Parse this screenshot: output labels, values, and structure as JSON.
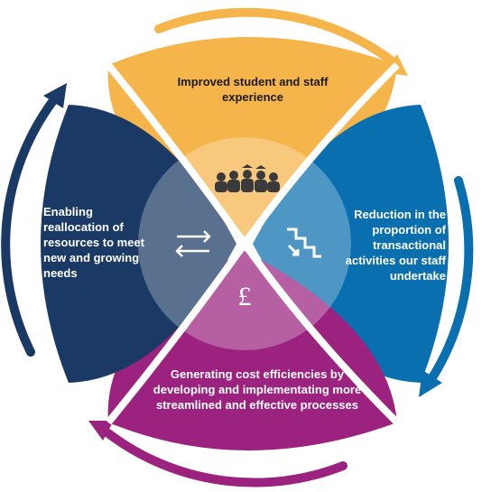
{
  "segments": {
    "top": {
      "text": "Improved student and staff experience",
      "color": "#f6b54a"
    },
    "right": {
      "text": "Reduction in the proportion of transactional activities our staff undertake",
      "color": "#0a6fae"
    },
    "bottom": {
      "text": "Generating cost efficiencies by developing and implementating more streamlined and effective processes",
      "color": "#9c2280"
    },
    "left": {
      "text": "Enabling reallocation of resources to meet new and growing needs",
      "color": "#1a3964"
    }
  },
  "icons": {
    "top": "graduates-group-icon",
    "right": "downward-stairs-icon",
    "bottom": "pound-sign-icon",
    "left": "exchange-arrows-icon"
  },
  "center_symbol": "£",
  "arrow_colors": {
    "top_right": "#f6b54a",
    "right": "#0a6fae",
    "bottom": "#9c2280",
    "left": "#1a3964"
  }
}
